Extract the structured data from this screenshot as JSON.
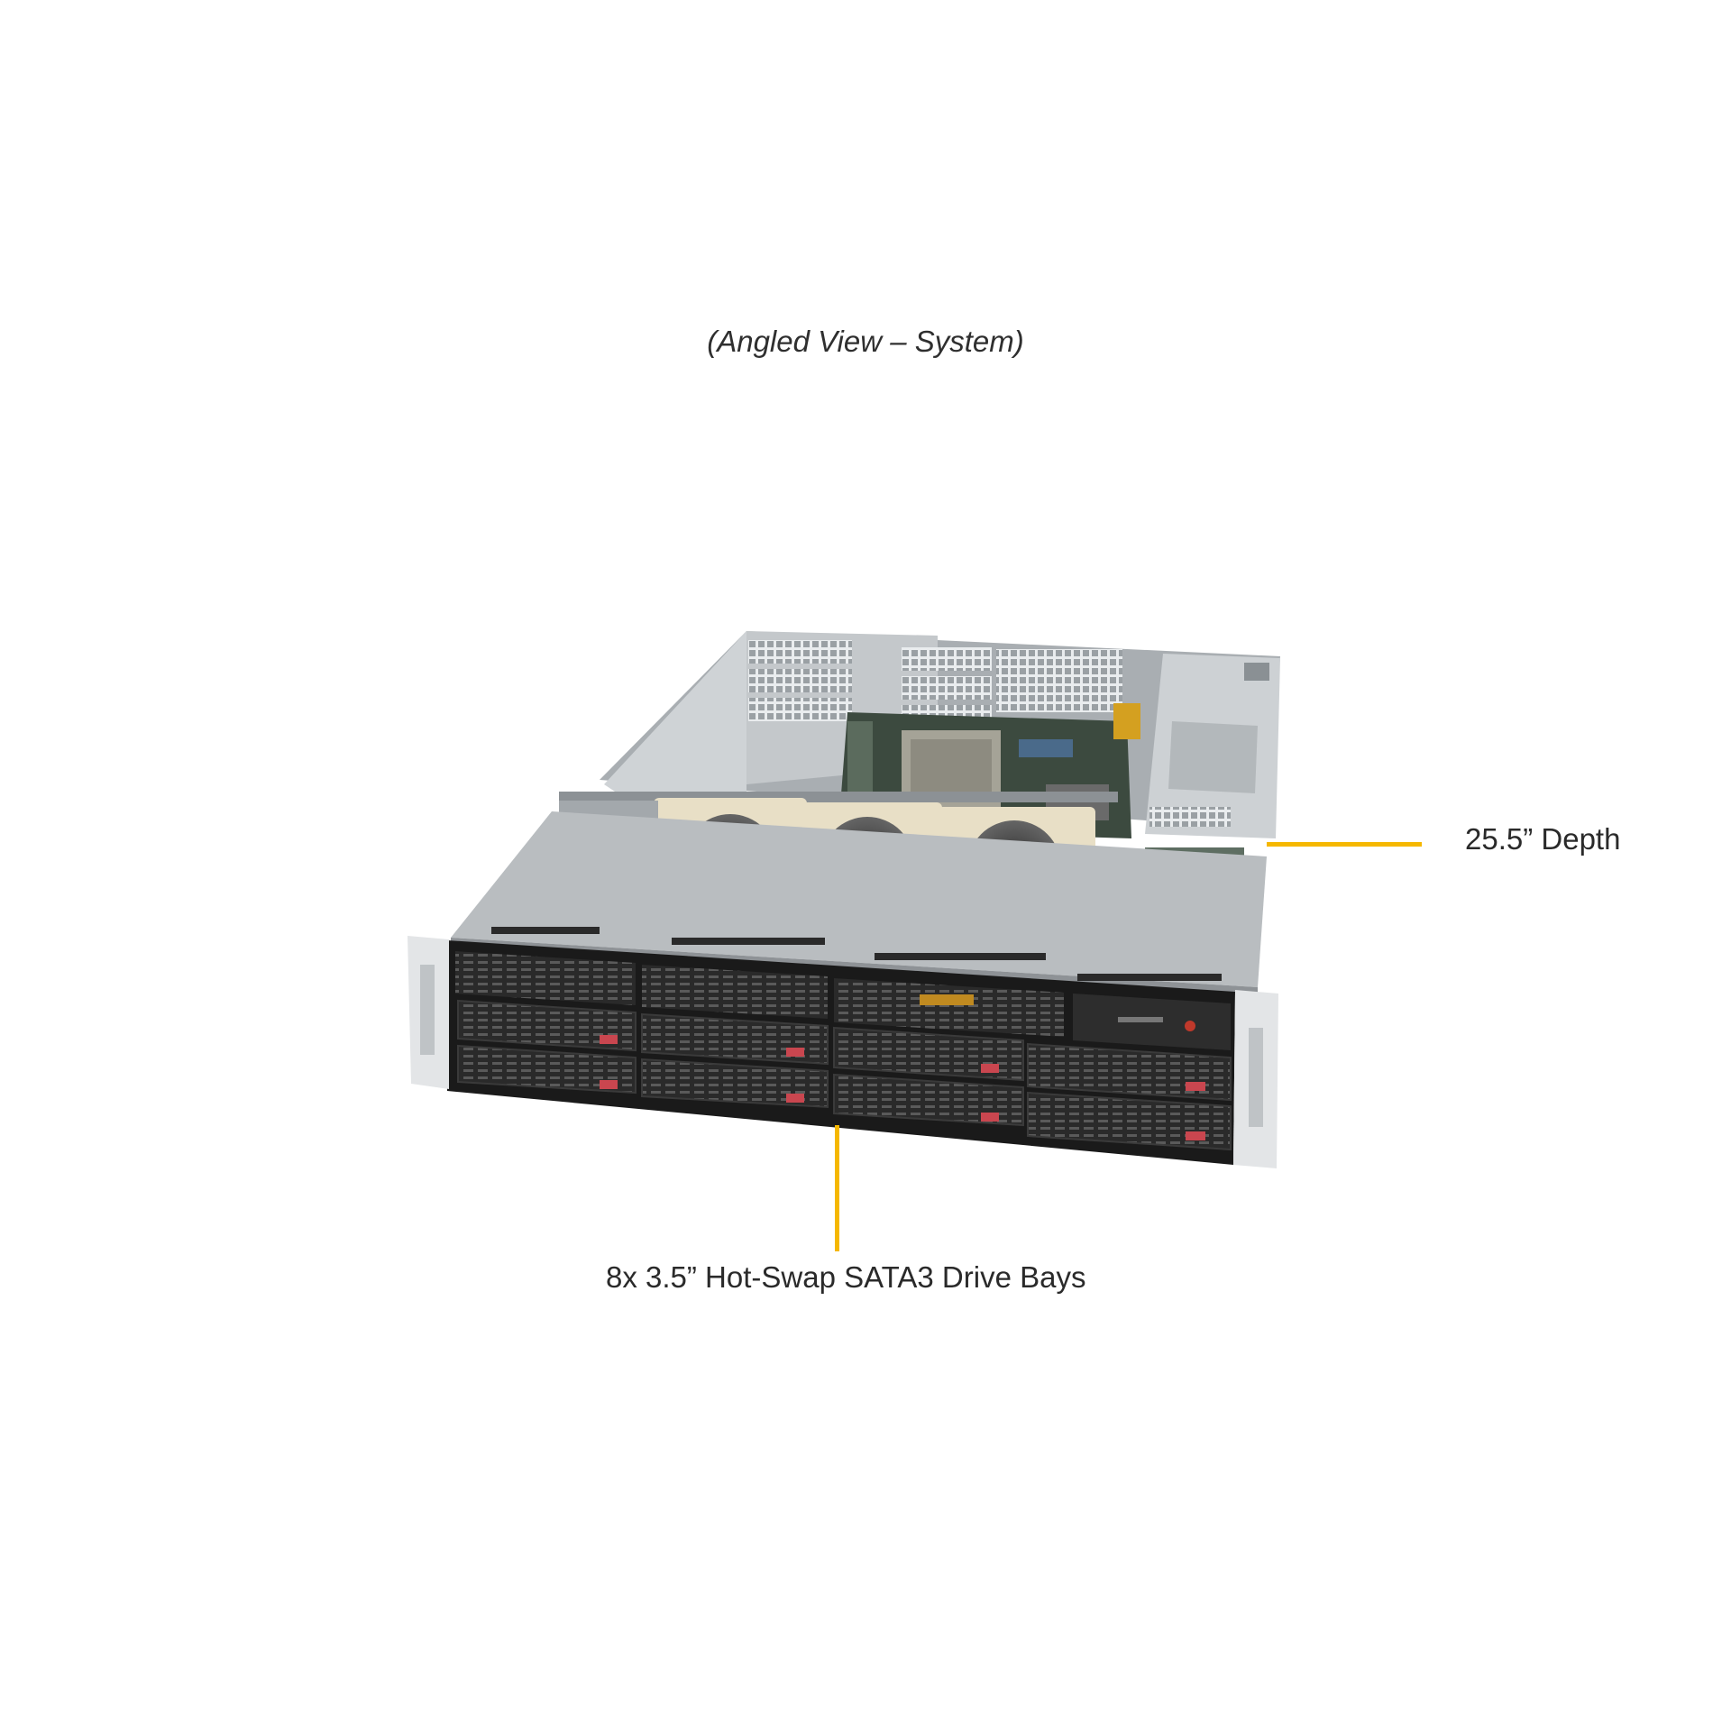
{
  "caption": "(Angled View – System)",
  "callouts": {
    "depth": "25.5” Depth",
    "drive_bays": "8x 3.5” Hot-Swap  SATA3 Drive Bays"
  },
  "colors": {
    "accent": "#f5b700",
    "chassis": "#b8bcbf",
    "front_panel": "#1a1a1a",
    "fan": "#e6ddc4"
  }
}
